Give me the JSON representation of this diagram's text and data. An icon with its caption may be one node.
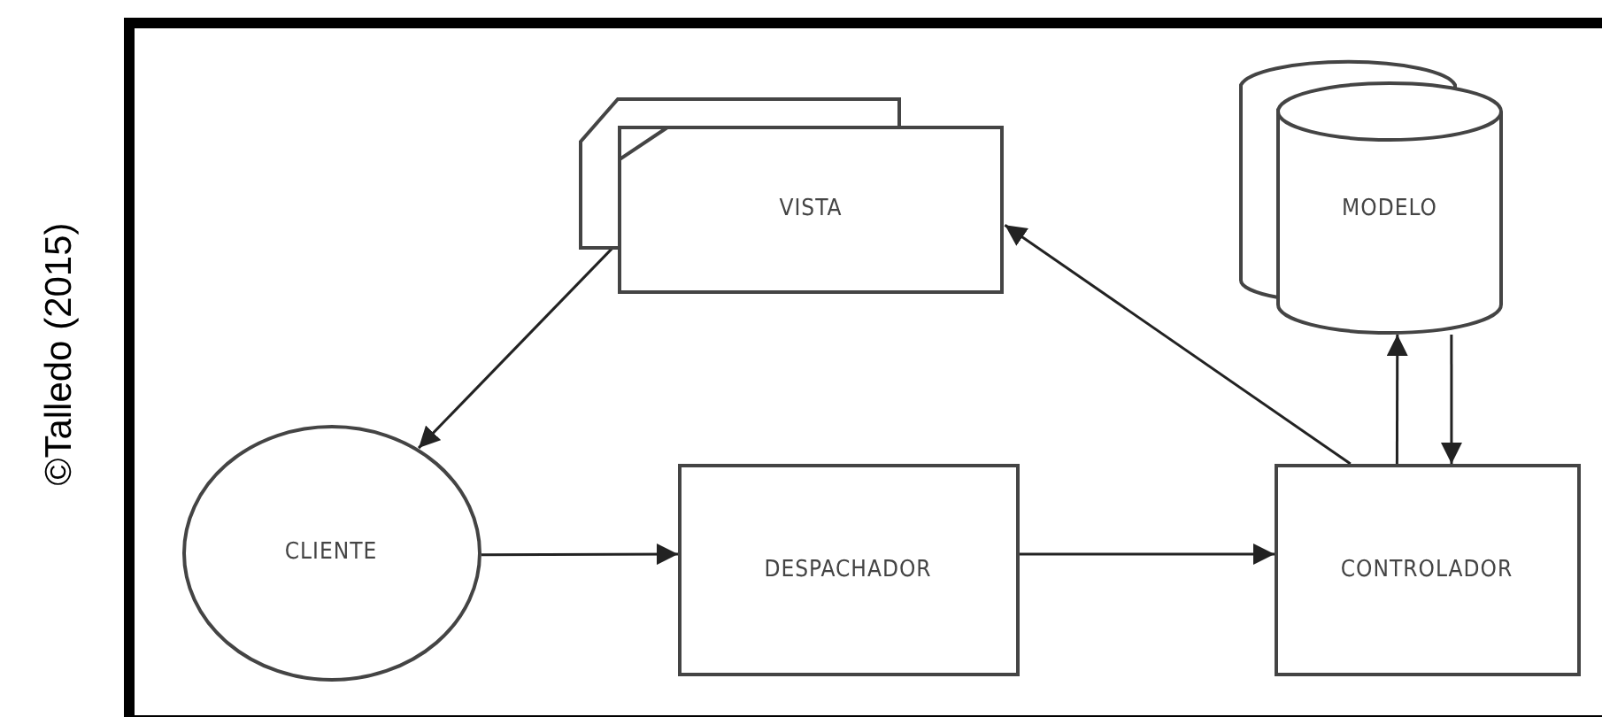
{
  "diagram": {
    "nodes": [
      {
        "text": [
          "VISTA"
        ]
      },
      {
        "text": [
          "MODELO"
        ]
      },
      {
        "text": [
          "CLIENTE"
        ]
      },
      {
        "text": [
          "DESPACHADOR"
        ]
      },
      {
        "text": [
          "CONTROLADOR"
        ]
      }
    ],
    "edges": [
      {
        "from": 0,
        "to": 2,
        "arrow": "to"
      },
      {
        "from": 2,
        "to": 3,
        "arrow": "to"
      },
      {
        "from": 3,
        "to": 4,
        "arrow": "to"
      },
      {
        "from": 4,
        "to": 0,
        "arrow": "to"
      },
      {
        "from": 4,
        "to": 1,
        "arrow": "to"
      },
      {
        "from": 1,
        "to": 4,
        "arrow": "to"
      }
    ],
    "labels": [
      "©Talledo (2015)"
    ]
  }
}
